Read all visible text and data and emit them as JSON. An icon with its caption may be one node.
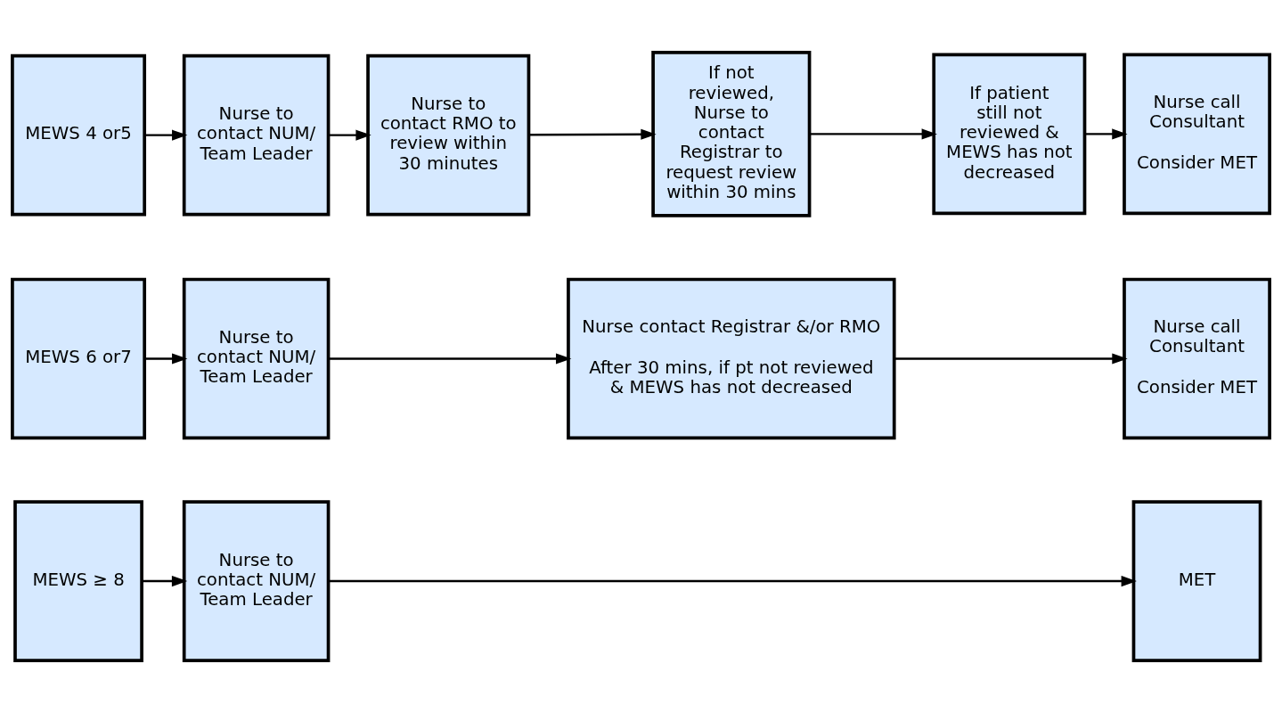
{
  "diagram": {
    "nodes": [
      {
        "text": [
          "MEWS 4 or5"
        ]
      },
      {
        "text": [
          "Nurse to contact NUM/ Team Leader"
        ]
      },
      {
        "text": [
          "Nurse to contact RMO to review within 30 minutes"
        ]
      },
      {
        "text": [
          "If not reviewed, Nurse to contact Registrar to request review within 30 mins"
        ]
      },
      {
        "text": [
          "If patient still not reviewed & MEWS has not decreased"
        ]
      },
      {
        "text": [
          "Nurse call Consultant",
          "Consider MET"
        ]
      },
      {
        "text": [
          "MEWS 6 or7"
        ]
      },
      {
        "text": [
          "Nurse to contact NUM/ Team Leader"
        ]
      },
      {
        "text": [
          "Nurse contact Registrar &/or RMO",
          "After 30 mins, if pt not reviewed & MEWS has not decreased"
        ]
      },
      {
        "text": [
          "Nurse call Consultant",
          "Consider MET"
        ]
      },
      {
        "text": [
          "MEWS ≥ 8"
        ]
      },
      {
        "text": [
          "Nurse to contact NUM/ Team Leader"
        ]
      },
      {
        "text": [
          "MET"
        ]
      }
    ],
    "edges": [
      {
        "from": 0,
        "to": 1,
        "arrow": "to"
      },
      {
        "from": 1,
        "to": 2,
        "arrow": "to"
      },
      {
        "from": 2,
        "to": 3,
        "arrow": "to"
      },
      {
        "from": 3,
        "to": 4,
        "arrow": "to"
      },
      {
        "from": 4,
        "to": 5,
        "arrow": "to"
      },
      {
        "from": 6,
        "to": 7,
        "arrow": "to"
      },
      {
        "from": 7,
        "to": 8,
        "arrow": "to"
      },
      {
        "from": 8,
        "to": 9,
        "arrow": "to"
      },
      {
        "from": 10,
        "to": 11,
        "arrow": "to"
      },
      {
        "from": 11,
        "to": 12,
        "arrow": "to"
      }
    ]
  }
}
